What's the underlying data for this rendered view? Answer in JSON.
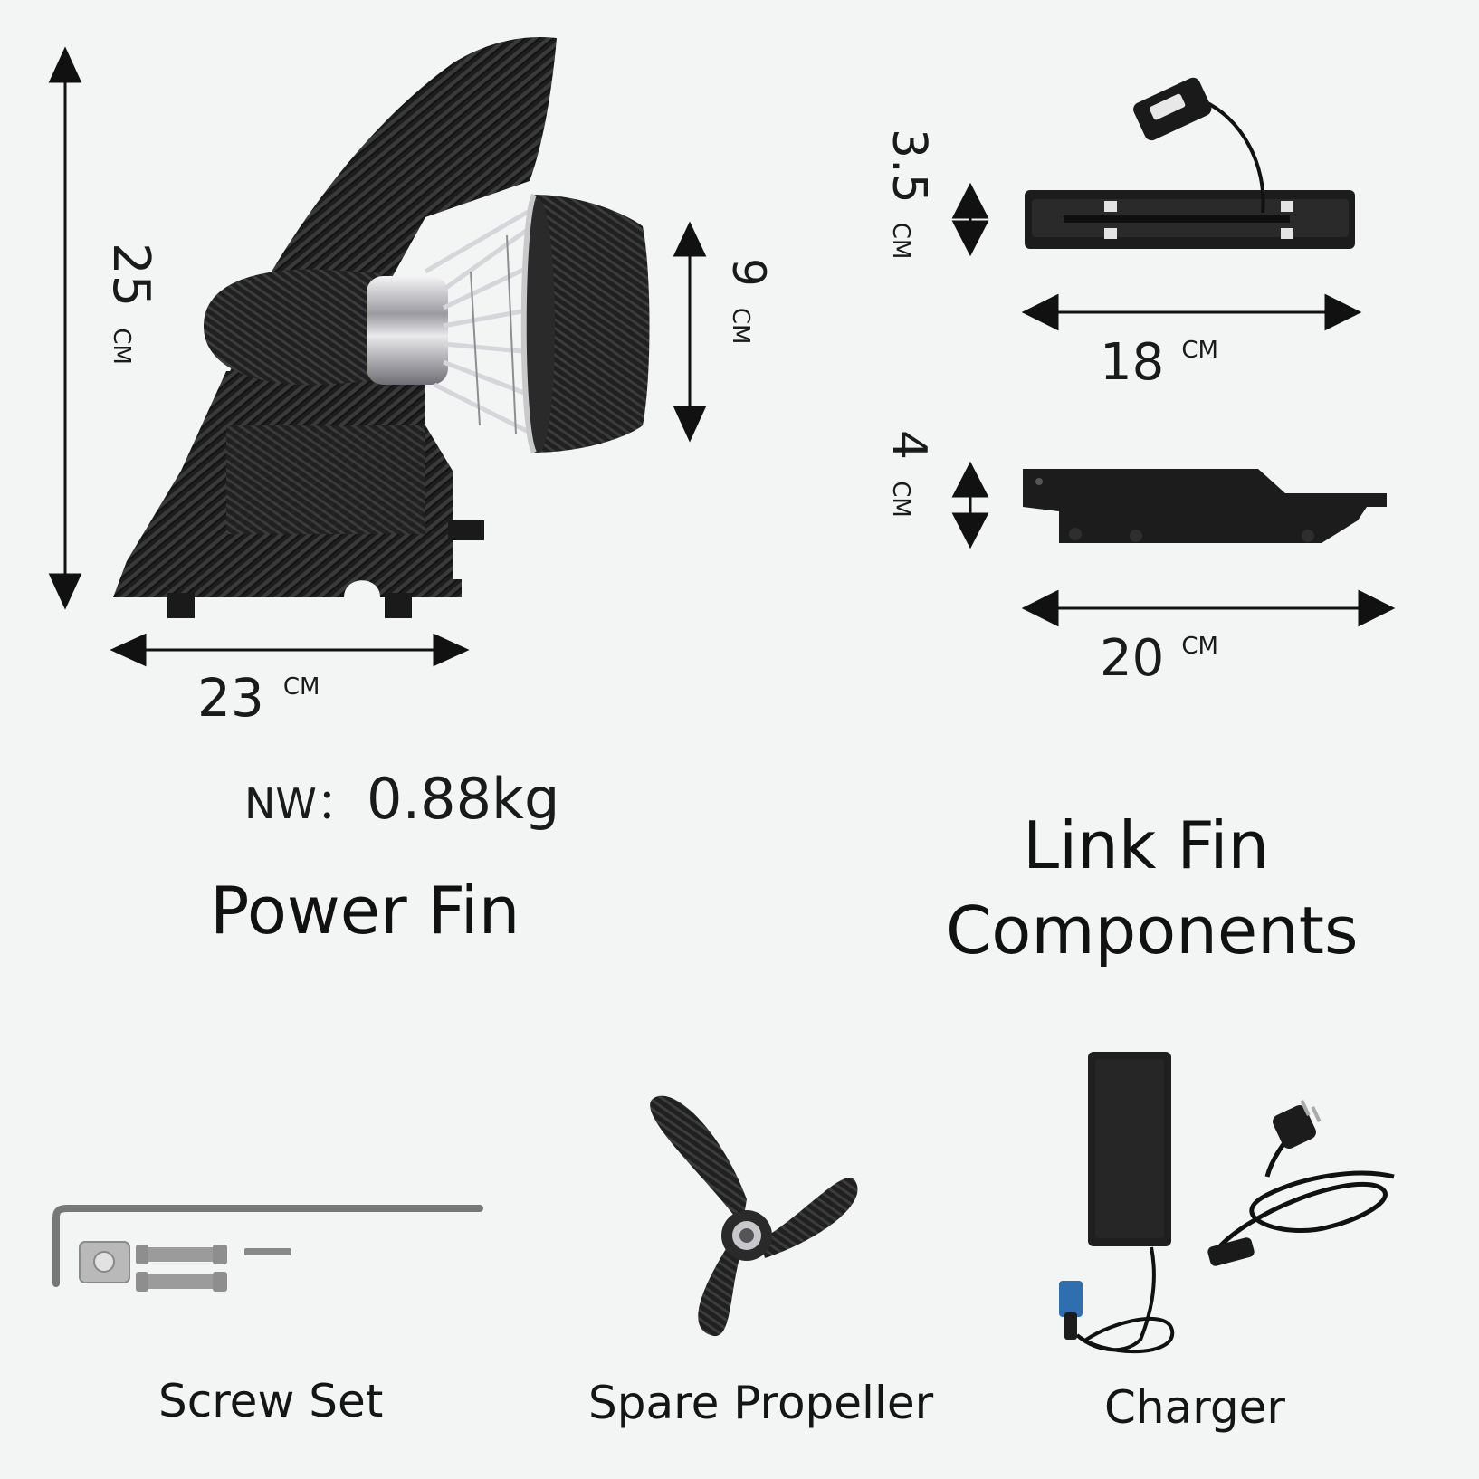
{
  "power_fin": {
    "height_value": "25",
    "height_unit": "CM",
    "width_value": "23",
    "width_unit": "CM",
    "prop_value": "9",
    "prop_unit": "CM",
    "weight_label": "NW：",
    "weight_value": "0.88kg",
    "title": "Power Fin"
  },
  "link_fin": {
    "top_height_value": "3.5",
    "top_height_unit": "CM",
    "top_width_value": "18",
    "top_width_unit": "CM",
    "bottom_height_value": "4",
    "bottom_height_unit": "CM",
    "bottom_width_value": "20",
    "bottom_width_unit": "CM",
    "title_line1": "Link Fin",
    "title_line2": "Components"
  },
  "accessories": [
    {
      "label": "Screw Set",
      "icon": "screw-set-image"
    },
    {
      "label": "Spare Propeller",
      "icon": "propeller-image"
    },
    {
      "label": "Charger",
      "icon": "charger-image"
    }
  ],
  "colors": {
    "background": "#f3f4f4",
    "carbon": "#1c1c1c",
    "chrome": "#c9c9cc",
    "connector_blue": "#2f6fb0"
  }
}
